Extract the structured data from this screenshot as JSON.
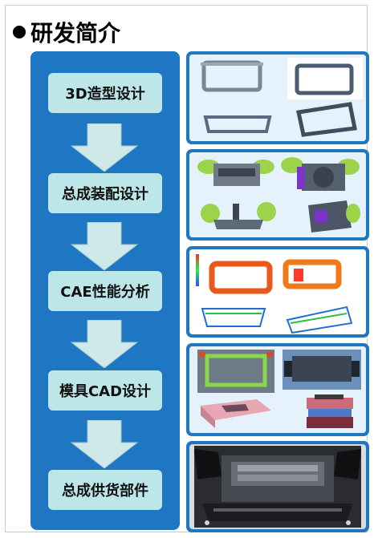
{
  "title": {
    "text": "研发简介"
  },
  "steps": [
    {
      "label": "3D造型设计"
    },
    {
      "label": "总成装配设计"
    },
    {
      "label": "CAE性能分析"
    },
    {
      "label": "模具CAD设计"
    },
    {
      "label": "总成供货部件"
    }
  ],
  "colors": {
    "panel_blue": "#1f76c2",
    "step_fill": "#bde6e8",
    "arrow_fill": "#cfe8ea"
  },
  "icons": {
    "title_bullet": "black-circle-bullet",
    "down_arrow": "down-arrow-icon"
  }
}
